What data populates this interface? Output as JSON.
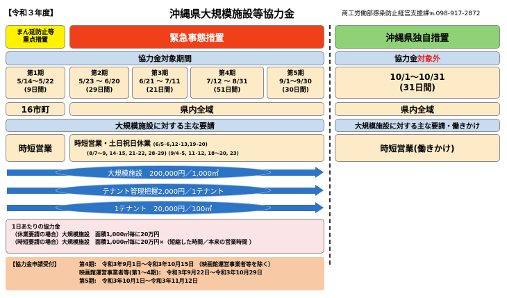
{
  "header": {
    "fiscal_year": "【令和３年度】",
    "title": "沖縄県大規模施設等協力金",
    "department": "商工労働部感染防止経営支援課℡098-917-2872"
  },
  "left": {
    "priority_label_line1": "まん延防止等",
    "priority_label_line2": "重点措置",
    "emergency_label": "緊急事態措置",
    "eligible_period_label": "協力金対象期間",
    "periods": [
      {
        "name": "第1期",
        "range": "5/14～5/22",
        "days": "(9日間)"
      },
      {
        "name": "第2期",
        "range": "5/23 ～ 6/20",
        "days": "(29日間)"
      },
      {
        "name": "第3期",
        "range": "6/21 ～ 7/11",
        "days": "(21日間)"
      },
      {
        "name": "第4期",
        "range": "7/12 ～ 8/31",
        "days": "(51日間)"
      },
      {
        "name": "第5期",
        "range": "9/1～9/30",
        "days": "(30日間)"
      }
    ],
    "area_16": "16市町",
    "area_all": "県内全域",
    "requirements_label": "大規模施設に対する主な要請",
    "req_short": "時短営業",
    "req_long_main": "時短営業・土日祝日休業",
    "req_long_dates1": "(6/5･6,12･13,19･20)",
    "req_long_dates2": "(8/7～9, 14･15, 21･22, 28･29) (9/4･5, 11･12, 18～20, 23)",
    "arrows": [
      "大規模施設　200,000円／1,000㎡",
      "テナント管理把握2,000円／1テナント",
      "1テナント　20,000円／100㎡"
    ],
    "per_day": {
      "heading": "1日あたりの協力金",
      "line1": "（休業要請の場合）大規模施設　面積1,000㎡毎に20万円",
      "line2": "（時短要請の場合）大規模施設　面積1,000㎡毎に20万円×（短縮した時間／本来の営業時間 ）"
    },
    "application": {
      "label": "【協力金申請受付】",
      "line1": "第4期:　令和3年9月1日～令和3年10月15日 （映画館運営事業者等を除く）",
      "line2": "映画館運営事業者等(第1～4期):　令和3年9月22日～令和3年10月29日",
      "line3": "第5期:　令和3年10月1日～令和3年11月12日"
    }
  },
  "right": {
    "own_measures": "沖縄県独自措置",
    "coop_label": "協力金",
    "coop_excluded": "対象外",
    "range": "10/1～10/31",
    "days": "(31日間)",
    "area_all": "県内全域",
    "requirements_label": "大規模施設に対する主な要請・働きかけ",
    "req": "時短営業(働きかけ)"
  },
  "colors": {
    "red": "#f0401a",
    "yellow": "#fff200",
    "green": "#8fd176",
    "blue_light": "#c9dbee",
    "cream": "#fdebc8",
    "arrow_blue": "#2e74c4",
    "peach": "#f7c9a5"
  }
}
